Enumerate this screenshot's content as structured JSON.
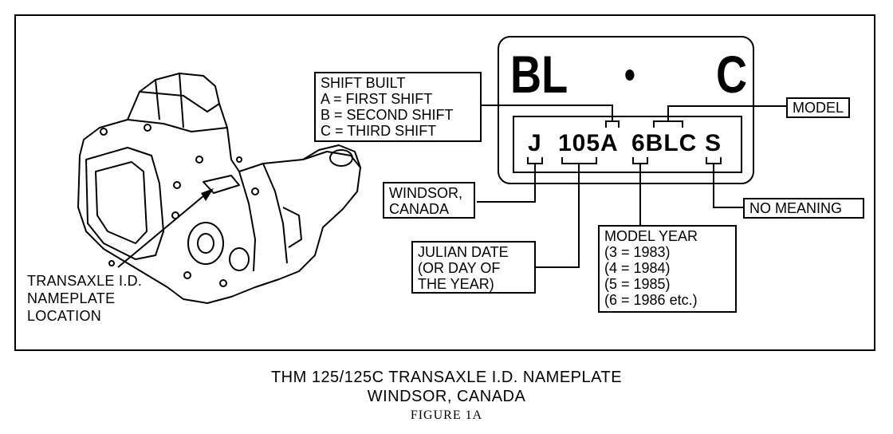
{
  "plate": {
    "top_left": "BL",
    "dot": "•",
    "top_right": "C",
    "codes": [
      "J",
      "105A",
      "6BLC",
      "S"
    ]
  },
  "callouts": {
    "shift_built": [
      "SHIFT BUILT",
      "A = FIRST SHIFT",
      "B = SECOND SHIFT",
      "C = THIRD SHIFT"
    ],
    "model": "MODEL",
    "windsor": [
      "WINDSOR,",
      "CANADA"
    ],
    "no_meaning": "NO MEANING",
    "julian": [
      "JULIAN DATE",
      "(OR DAY OF",
      "THE YEAR)"
    ],
    "model_year": [
      "MODEL YEAR",
      "(3 = 1983)",
      "(4 = 1984)",
      "(5 = 1985)",
      "(6 = 1986 etc.)"
    ],
    "location": [
      "TRANSAXLE I.D.",
      "NAMEPLATE",
      "LOCATION"
    ]
  },
  "caption": {
    "line1": "THM 125/125C TRANSAXLE I.D. NAMEPLATE",
    "line2": "WINDSOR, CANADA",
    "figure": "FIGURE 1A"
  }
}
